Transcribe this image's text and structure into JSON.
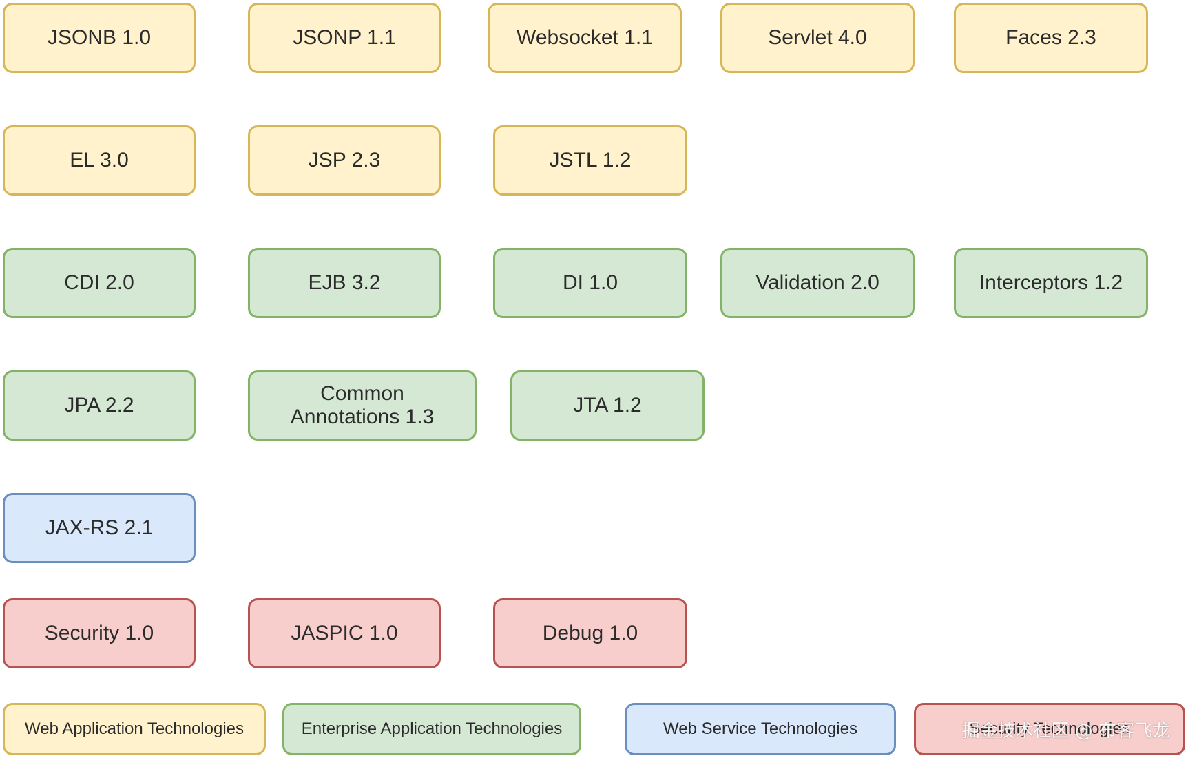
{
  "web_application": {
    "jsonb": "JSONB 1.0",
    "jsonp": "JSONP 1.1",
    "websocket": "Websocket 1.1",
    "servlet": "Servlet 4.0",
    "faces": "Faces 2.3",
    "el": "EL 3.0",
    "jsp": "JSP 2.3",
    "jstl": "JSTL 1.2"
  },
  "enterprise_application": {
    "cdi": "CDI 2.0",
    "ejb": "EJB 3.2",
    "di": "DI 1.0",
    "validation": "Validation 2.0",
    "interceptors": "Interceptors 1.2",
    "jpa": "JPA 2.2",
    "common_annotations": "Common Annotations 1.3",
    "jta": "JTA 1.2"
  },
  "web_service": {
    "jaxrs": "JAX-RS 2.1"
  },
  "security": {
    "security": "Security 1.0",
    "jaspic": "JASPIC 1.0",
    "debug": "Debug 1.0"
  },
  "legend": {
    "web": "Web Application Technologies",
    "enterprise": "Enterprise Application Technologies",
    "webservice": "Web Service Technologies",
    "security": "Security Technologies"
  },
  "watermark": "掘金技术社区 @ 布客飞龙",
  "colors": {
    "web_fill": "#fff2cc",
    "web_border": "#d6b656",
    "enterprise_fill": "#d5e8d4",
    "enterprise_border": "#82b366",
    "webservice_fill": "#dae8fc",
    "webservice_border": "#6c8ebf",
    "security_fill": "#f8cecc",
    "security_border": "#b85450"
  }
}
